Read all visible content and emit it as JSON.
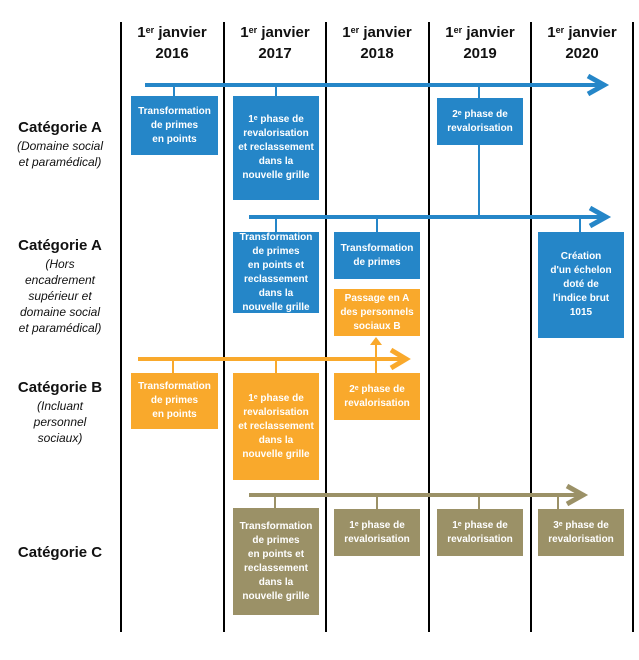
{
  "colors": {
    "categorie_a": "#2586c8",
    "categorie_b": "#f9a92c",
    "categorie_c": "#9b9167",
    "grid": "#000000"
  },
  "columns": [
    {
      "ordinal": "1",
      "suffix": "er",
      "label": "janvier",
      "year": "2016"
    },
    {
      "ordinal": "1",
      "suffix": "er",
      "label": "janvier",
      "year": "2017"
    },
    {
      "ordinal": "1",
      "suffix": "er",
      "label": "janvier",
      "year": "2018"
    },
    {
      "ordinal": "1",
      "suffix": "er",
      "label": "janvier",
      "year": "2019"
    },
    {
      "ordinal": "1",
      "suffix": "er",
      "label": "janvier",
      "year": "2020"
    }
  ],
  "rows": [
    {
      "title": "Catégorie A",
      "subtitle": [
        "(Domaine social",
        "et paramédical)"
      ]
    },
    {
      "title": "Catégorie A",
      "subtitle": [
        "(Hors",
        "encadrement",
        "supérieur et",
        "domaine social",
        "et paramédical)"
      ]
    },
    {
      "title": "Catégorie B",
      "subtitle": [
        "(Incluant",
        "personnel",
        "sociaux)"
      ]
    },
    {
      "title": "Catégorie C",
      "subtitle": []
    }
  ],
  "boxes": {
    "a1_2016": {
      "lines": [
        "Transformation",
        "de primes",
        "en points"
      ]
    },
    "a1_2017": {
      "sup_num": "1",
      "sup": "e",
      "first": " phase de",
      "lines": [
        "revalorisation",
        "et reclassement",
        "dans la",
        "nouvelle grille"
      ]
    },
    "a1_2019": {
      "sup_num": "2",
      "sup": "e",
      "first": " phase de",
      "lines": [
        "revalorisation"
      ]
    },
    "a2_2017": {
      "lines": [
        "Transformation",
        "de primes",
        "en points et",
        "reclassement",
        "dans la",
        "nouvelle grille"
      ]
    },
    "a2_2018": {
      "lines": [
        "Transformation",
        "de primes"
      ]
    },
    "a2_2018_b": {
      "lines": [
        "Passage en A",
        "des personnels",
        "sociaux B"
      ]
    },
    "a2_2020": {
      "lines": [
        "Création",
        "d'un échelon",
        "doté de",
        "l'indice brut",
        "1015"
      ]
    },
    "b_2016": {
      "lines": [
        "Transformation",
        "de primes",
        "en points"
      ]
    },
    "b_2017": {
      "sup_num": "1",
      "sup": "e",
      "first": " phase de",
      "lines": [
        "revalorisation",
        "et reclassement",
        "dans la",
        "nouvelle grille"
      ]
    },
    "b_2018": {
      "sup_num": "2",
      "sup": "e",
      "first": " phase de",
      "lines": [
        "revalorisation"
      ]
    },
    "c_2017": {
      "lines": [
        "Transformation",
        "de primes",
        "en points et",
        "reclassement",
        "dans la",
        "nouvelle grille"
      ]
    },
    "c_2018": {
      "sup_num": "1",
      "sup": "e",
      "first": " phase de",
      "lines": [
        "revalorisation"
      ]
    },
    "c_2019": {
      "sup_num": "1",
      "sup": "e",
      "first": " phase de",
      "lines": [
        "revalorisation"
      ]
    },
    "c_2020": {
      "sup_num": "3",
      "sup": "e",
      "first": " phase de",
      "lines": [
        "revalorisation"
      ]
    }
  }
}
